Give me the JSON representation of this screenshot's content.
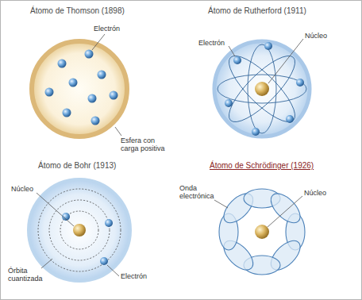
{
  "diagram": {
    "labels": [
      "Átomo de Thomson (1898)",
      "Electrón",
      "Esfera con carga positiva",
      "Átomo de Rutherford (1911)",
      "Electrón",
      "Núcleo",
      "Átomo de Bohr (1913)",
      "Núcleo",
      "Órbita cuantizada",
      "Electrón",
      "Átomo de Schrödinger (1926)",
      "Onda electrónica",
      "Núcleo"
    ]
  }
}
